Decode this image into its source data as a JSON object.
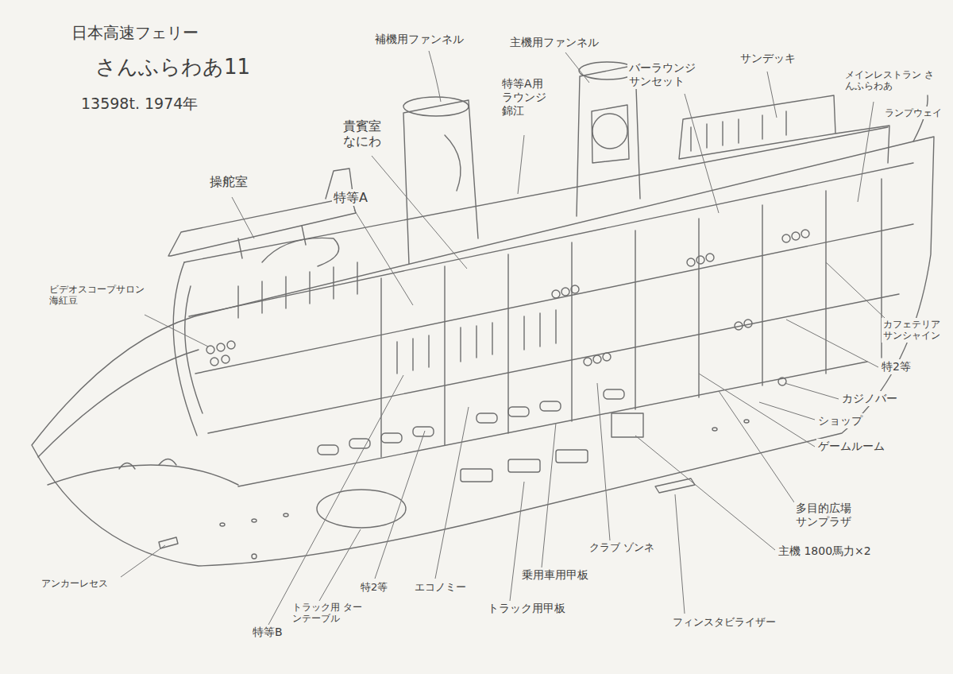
{
  "diagram": {
    "title": "日本高速フェリー",
    "labels": [
      "さんふらわあ11",
      "13598t. 1974年",
      "補機用ファンネル",
      "主機用ファンネル",
      "特等A用 ラウンジ 錦江",
      "貴賓室 なにわ",
      "バーラウンジ サンセット",
      "サンデッキ",
      "メインレストラン さんふらわあ",
      "ランプウェイ",
      "操舵室",
      "特等A",
      "ビデオスコープサロン 海紅豆",
      "カフェテリア サンシャイン",
      "特2等",
      "カジノバー",
      "ショップ",
      "ゲームルーム",
      "多目的広場 サンプラザ",
      "主機 1800馬力×2",
      "アンカーレセス",
      "特等B",
      "トラック用 ターンテーブル",
      "特2等",
      "エコノミー",
      "トラック用甲板",
      "乗用車用甲板",
      "クラブ ゾンネ",
      "フィンスタビライザー"
    ]
  }
}
